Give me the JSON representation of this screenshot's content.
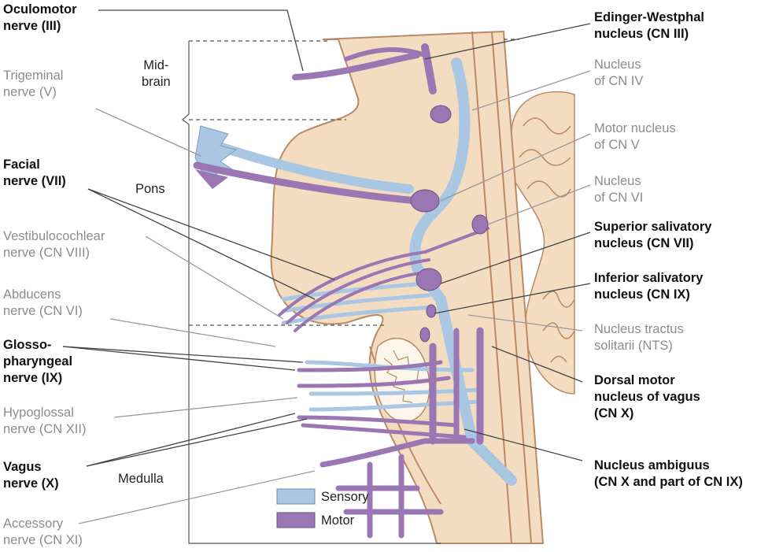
{
  "labels_left": {
    "oculomotor": "Oculomotor\nnerve (III)",
    "trigeminal": "Trigeminal\nnerve (V)",
    "facial": "Facial\nnerve (VII)",
    "vestibulocochlear": "Vestibulocochlear\nnerve (CN VIII)",
    "abducens": "Abducens\nnerve (CN VI)",
    "glossopharyngeal": "Glosso-\npharyngeal\nnerve (IX)",
    "hypoglossal": "Hypoglossal\nnerve (CN XII)",
    "vagus": "Vagus\nnerve (X)",
    "accessory": "Accessory\nnerve (CN XI)"
  },
  "regions": {
    "midbrain": "Mid-\nbrain",
    "pons": "Pons",
    "medulla": "Medulla"
  },
  "labels_right": {
    "edinger": "Edinger-Westphal\nnucleus (CN III)",
    "nucleus_iv": "Nucleus\nof CN IV",
    "motor_v": "Motor nucleus\nof CN V",
    "nucleus_vi": "Nucleus\nof CN VI",
    "superior_salivatory": "Superior salivatory\nnucleus (CN VII)",
    "inferior_salivatory": "Inferior salivatory\nnucleus (CN IX)",
    "nts": "Nucleus tractus\nsolitarii (NTS)",
    "dorsal_motor": "Dorsal motor\nnucleus of vagus\n(CN X)",
    "ambiguus": "Nucleus ambiguus\n(CN X and part of CN IX)"
  },
  "legend": {
    "sensory": "Sensory",
    "motor": "Motor"
  },
  "colors": {
    "sensory": "#a9c6e3",
    "motor": "#9a77b3",
    "tissue": "#f3dcc0",
    "outline": "#b88a66"
  }
}
